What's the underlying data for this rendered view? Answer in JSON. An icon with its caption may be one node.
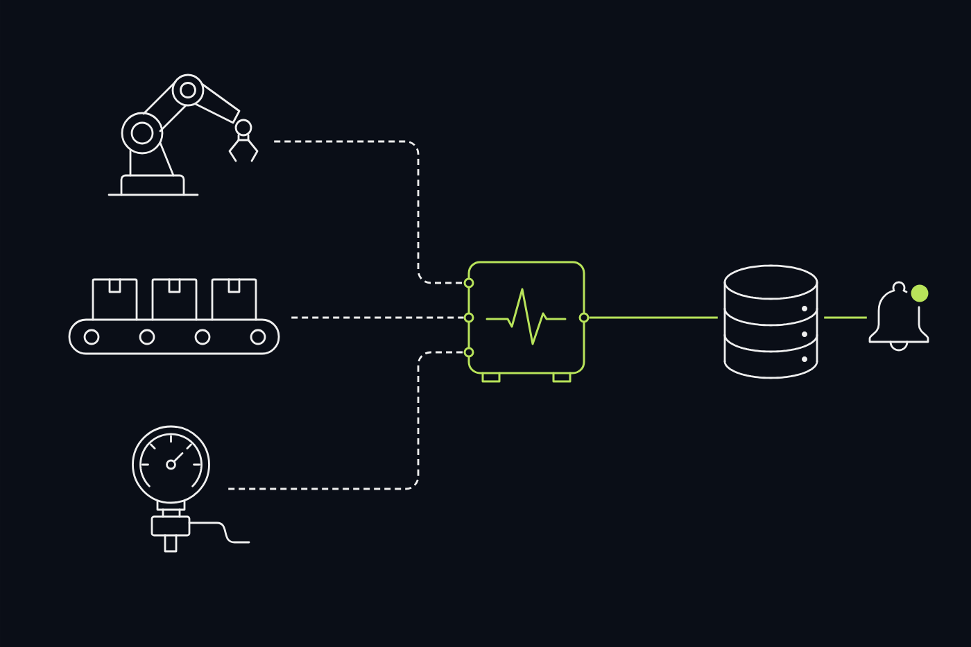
{
  "diagram": {
    "nodes": [
      {
        "text": [],
        "shape": "picture"
      },
      {
        "text": [],
        "shape": "picture"
      },
      {
        "text": [],
        "shape": "picture"
      },
      {
        "text": [],
        "shape": "box"
      },
      {
        "text": [],
        "shape": "cylinder"
      },
      {
        "text": [],
        "shape": "picture"
      }
    ],
    "edges": [
      {
        "from": 0,
        "to": 3,
        "arrow": "none",
        "style": "dashed"
      },
      {
        "from": 1,
        "to": 3,
        "arrow": "none",
        "style": "dashed"
      },
      {
        "from": 2,
        "to": 3,
        "arrow": "none",
        "style": "dashed"
      },
      {
        "from": 3,
        "to": 4,
        "arrow": "none",
        "color": "#b8e35a"
      },
      {
        "from": 4,
        "to": 5,
        "arrow": "none",
        "color": "#b8e35a"
      }
    ]
  }
}
